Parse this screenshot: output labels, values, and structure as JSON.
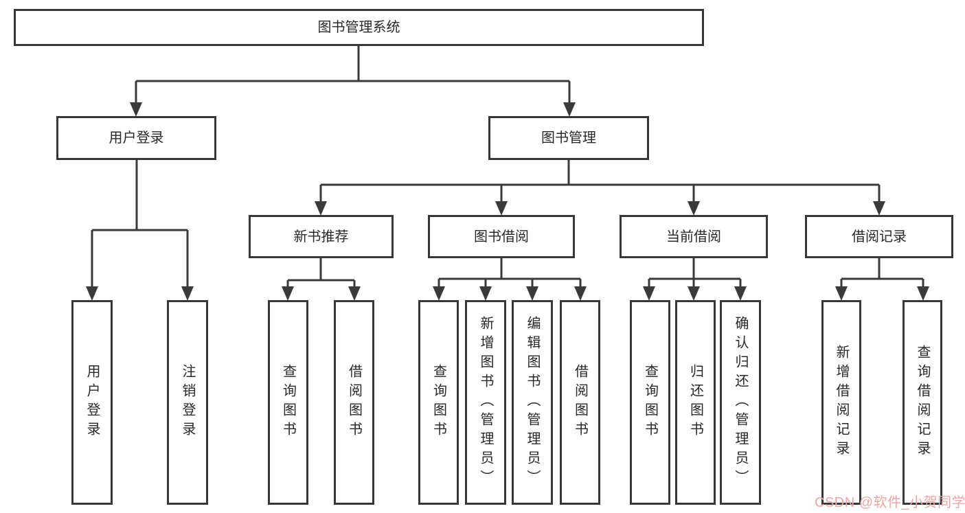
{
  "tree": {
    "root": {
      "label": "图书管理系统"
    },
    "level2": [
      {
        "label": "用户登录"
      },
      {
        "label": "图书管理"
      }
    ],
    "level3": [
      {
        "label": "新书推荐"
      },
      {
        "label": "图书借阅"
      },
      {
        "label": "当前借阅"
      },
      {
        "label": "借阅记录"
      }
    ],
    "leaves": [
      {
        "label": "用户登录"
      },
      {
        "label": "注销登录"
      },
      {
        "label": "查询图书"
      },
      {
        "label": "借阅图书"
      },
      {
        "label": "查询图书"
      },
      {
        "label": "新增图书（管理员）"
      },
      {
        "label": "编辑图书（管理员）"
      },
      {
        "label": "借阅图书"
      },
      {
        "label": "查询图书"
      },
      {
        "label": "归还图书"
      },
      {
        "label": "确认归还（管理员）"
      },
      {
        "label": "新增借阅记录"
      },
      {
        "label": "查询借阅记录"
      }
    ]
  },
  "watermark": {
    "text": "CSDN @软件_小贺同学"
  },
  "colors": {
    "line": "#3a3a3a",
    "border": "#373737",
    "text": "#282828",
    "watermark": "#eda6a6",
    "background": "#ffffff"
  }
}
